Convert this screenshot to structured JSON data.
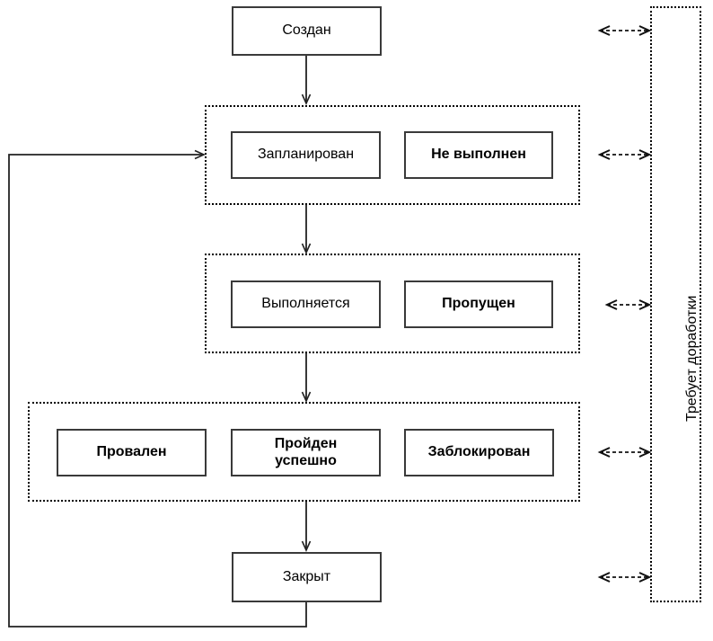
{
  "diagram": {
    "title_text_vertical": "Требует доработки",
    "colors": {
      "stroke": "#000000",
      "box_stroke": "#3a3a3a",
      "background": "#ffffff"
    },
    "nodes": {
      "created": {
        "label": "Создан",
        "bold": false
      },
      "planned": {
        "label": "Запланирован",
        "bold": false
      },
      "not_executed": {
        "label": "Не выполнен",
        "bold": true
      },
      "in_progress": {
        "label": "Выполняется",
        "bold": false
      },
      "skipped": {
        "label": "Пропущен",
        "bold": true
      },
      "failed": {
        "label": "Провален",
        "bold": true
      },
      "passed": {
        "label": "Пройден\nуспешно",
        "bold": true
      },
      "blocked": {
        "label": "Заблокирован",
        "bold": true
      },
      "closed": {
        "label": "Закрыт",
        "bold": false
      }
    },
    "groups": {
      "group_planned": "",
      "group_in_progress": "",
      "group_results": ""
    },
    "side_panel": {
      "label": "Требует доработки"
    },
    "edges": [
      {
        "name": "created-to-planned-group",
        "kind": "solid-arrow"
      },
      {
        "name": "planned-group-to-in-progress-group",
        "kind": "solid-arrow"
      },
      {
        "name": "in-progress-group-to-results-group",
        "kind": "solid-arrow"
      },
      {
        "name": "results-group-to-closed",
        "kind": "solid-arrow"
      },
      {
        "name": "closed-loopback-to-planned-group",
        "kind": "solid-arrow"
      },
      {
        "name": "rework-link-created",
        "kind": "dashed-double-arrow"
      },
      {
        "name": "rework-link-planned-group",
        "kind": "dashed-double-arrow"
      },
      {
        "name": "rework-link-in-progress-group",
        "kind": "dashed-double-arrow"
      },
      {
        "name": "rework-link-results-group",
        "kind": "dashed-double-arrow"
      },
      {
        "name": "rework-link-closed",
        "kind": "dashed-double-arrow"
      }
    ]
  }
}
